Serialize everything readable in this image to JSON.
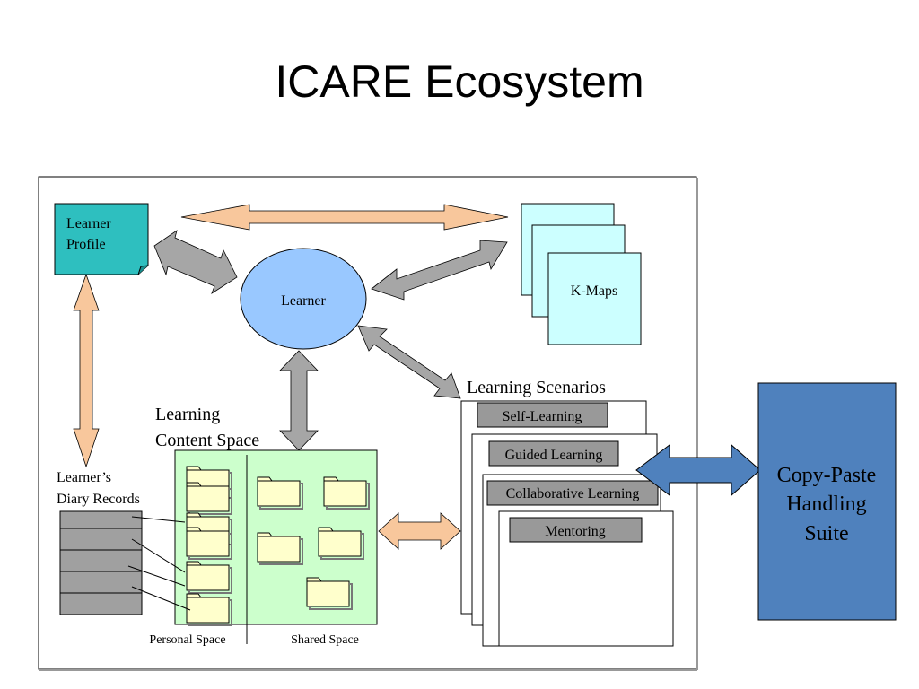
{
  "slide": {
    "title": "ICARE Ecosystem"
  },
  "nodes": {
    "learner_profile": [
      "Learner",
      "Profile"
    ],
    "learner": "Learner",
    "kmaps": "K-Maps",
    "learning_scenarios": "Learning Scenarios",
    "learning_content_space": [
      "Learning",
      "Content Space"
    ],
    "diary_records": [
      "Learner’s",
      "Diary Records"
    ],
    "personal_space": "Personal Space",
    "shared_space": "Shared Space",
    "copy_paste": [
      "Copy-Paste",
      "Handling",
      "Suite"
    ]
  },
  "scenarios": [
    "Self-Learning",
    "Guided Learning",
    "Collaborative Learning",
    "Mentoring"
  ],
  "colors": {
    "profile_fill": "#2ebfbf",
    "learner_fill": "#99c8ff",
    "kmap_fill": "#ccffff",
    "content_fill": "#ccffcc",
    "folder_fill": "#ffffcc",
    "gray_arrow": "#a6a6a6",
    "peach_arrow": "#f8c79c",
    "blue_box": "#4f81bd",
    "diary_fill": "#a0a0a0",
    "label_fill": "#999999"
  }
}
